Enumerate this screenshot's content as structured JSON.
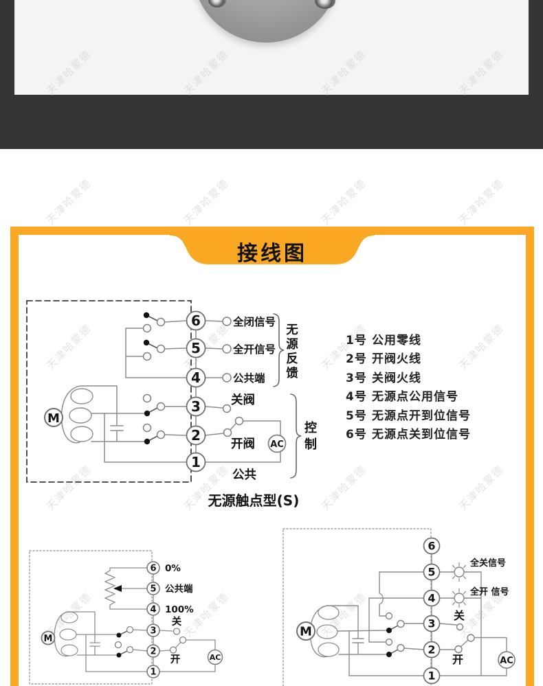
{
  "watermark": {
    "text": "天津哈蒙德",
    "color": "#cfcfcf"
  },
  "photo": {
    "background": "#f4f4f4",
    "band_color": "#343434"
  },
  "banner": {
    "title": "接线图",
    "accent_color": "#FAA823"
  },
  "main_diagram": {
    "terminals": [
      "6",
      "5",
      "4",
      "3",
      "2",
      "1"
    ],
    "motor_label": "M",
    "ac_label": "AC",
    "label_t6": "全闭信号",
    "label_t5": "全开信号",
    "label_t4": "公共端",
    "label_t3": "关阀",
    "label_t2": "开阀",
    "label_t1": "公共",
    "brace_feedback_chars": [
      "无",
      "源",
      "反",
      "馈"
    ],
    "brace_control_chars": [
      "控",
      "制"
    ],
    "caption": "无源触点型(S)"
  },
  "terminal_notes": [
    {
      "num": "1号",
      "desc": "公用零线"
    },
    {
      "num": "2号",
      "desc": "开阀火线"
    },
    {
      "num": "3号",
      "desc": "关阀火线"
    },
    {
      "num": "4号",
      "desc": "无源点公用信号"
    },
    {
      "num": "5号",
      "desc": "无源点开到位信号"
    },
    {
      "num": "6号",
      "desc": "无源点关到位信号"
    }
  ],
  "bottom_left_diagram": {
    "terminals": [
      "6",
      "5",
      "4",
      "3",
      "2",
      "1"
    ],
    "motor_label": "M",
    "ac_label": "AC",
    "label_t6": "0%",
    "label_t5": "公共端",
    "label_t4": "100%",
    "label_t3": "关",
    "label_t2": "开"
  },
  "bottom_right_diagram": {
    "terminals": [
      "6",
      "5",
      "4",
      "3",
      "2",
      "1"
    ],
    "motor_label": "M",
    "ac_label": "AC",
    "label_lamp_closed": "全关信号",
    "label_lamp_open": "全开 信号",
    "label_t3": "关",
    "label_t2": "开"
  }
}
